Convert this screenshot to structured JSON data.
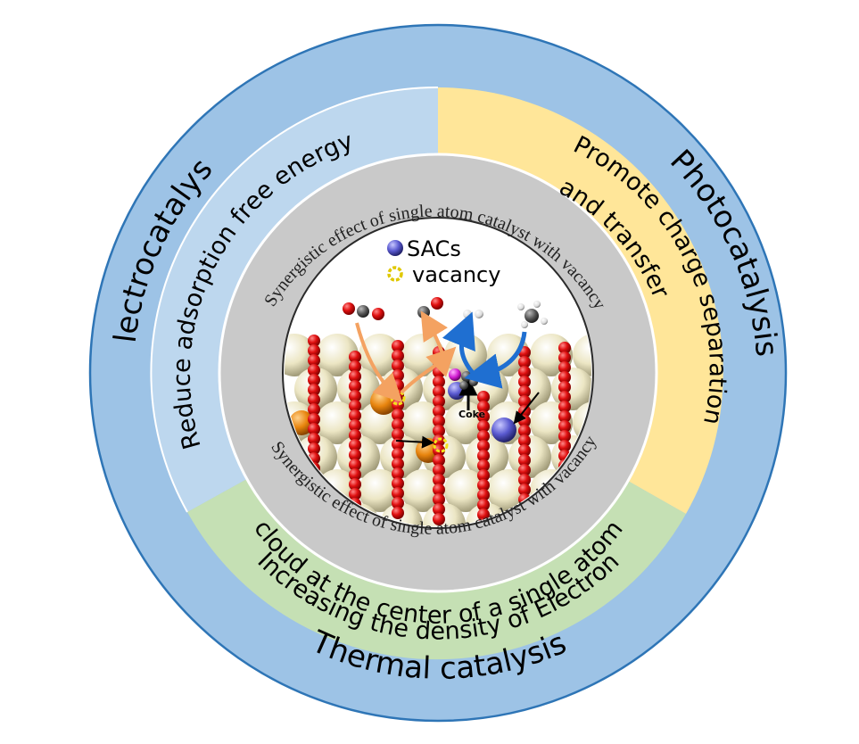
{
  "outer_ring": {
    "left": "Electrocatalysis",
    "right": "Photocatalysis",
    "bottom": "Thermal catalysis"
  },
  "middle_ring": {
    "electro": "Reduce adsorption free energy",
    "photo_line1": "Promote charge separation",
    "photo_line2": "and transfer",
    "thermal_line1": "Increasing the density of Electron",
    "thermal_line2": "cloud at the center of a single atom"
  },
  "inner_ring": {
    "top": "Synergistic effect of single atom catalyst with vacancy",
    "bottom": "Synergistic effect of single atom catalyst with vacancy"
  },
  "center": {
    "legend_sacs": "SACs",
    "legend_vacancy": "vacancy",
    "coke_label": "Coke"
  },
  "colors": {
    "outer_blue": "#9dc3e6",
    "electro_light_blue": "#bdd7ee",
    "photo_yellow": "#ffe699",
    "thermal_green": "#c5e0b4",
    "inner_gray": "#c9c9c9",
    "sac_purple": "#6a6ad8",
    "vacancy_yellow": "#f2e21a",
    "chain_red": "#e01010",
    "arrow_orange": "#f4a261",
    "arrow_blue": "#1f6fd1"
  },
  "icons": [
    "sac-atom-icon",
    "vacancy-ring-icon"
  ]
}
